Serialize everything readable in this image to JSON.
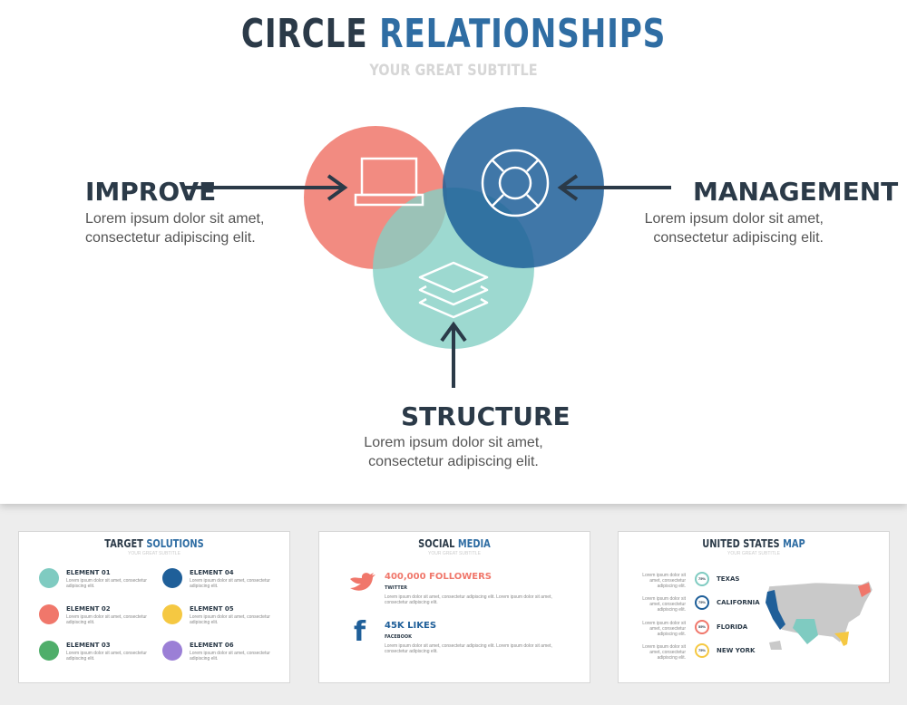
{
  "main": {
    "title_part1": "CIRCLE",
    "title_part2": "RELATIONSHIPS",
    "subtitle": "YOUR GREAT SUBTITLE",
    "items": [
      {
        "label": "IMPROVE",
        "line1": "Lorem ipsum dolor sit amet,",
        "line2": "consectetur adipiscing elit."
      },
      {
        "label": "MANAGEMENT",
        "line1": "Lorem ipsum dolor sit amet,",
        "line2": "consectetur adipiscing elit."
      },
      {
        "label": "STRUCTURE",
        "line1": "Lorem ipsum dolor sit amet,",
        "line2": "consectetur adipiscing elit."
      }
    ],
    "colors": {
      "coral": "#f0776b",
      "blue": "#1f5f99",
      "teal": "#84cfc4",
      "dark": "#2b3a48"
    },
    "icons": [
      "laptop-icon",
      "lifebuoy-icon",
      "layers-icon"
    ]
  },
  "thumb1": {
    "title_part1": "TARGET",
    "title_part2": "SOLUTIONS",
    "subtitle": "YOUR GREAT SUBTITLE",
    "elements": [
      {
        "name": "ELEMENT 01",
        "text": "Lorem ipsum dolor sit amet, consectetur adipiscing elit.",
        "color": "#7fcbc1"
      },
      {
        "name": "ELEMENT 02",
        "text": "Lorem ipsum dolor sit amet, consectetur adipiscing elit.",
        "color": "#f0776b"
      },
      {
        "name": "ELEMENT 03",
        "text": "Lorem ipsum dolor sit amet, consectetur adipiscing elit.",
        "color": "#4fae6a"
      },
      {
        "name": "ELEMENT 04",
        "text": "Lorem ipsum dolor sit amet, consectetur adipiscing elit.",
        "color": "#1f5f99"
      },
      {
        "name": "ELEMENT 05",
        "text": "Lorem ipsum dolor sit amet, consectetur adipiscing elit.",
        "color": "#f5c842"
      },
      {
        "name": "ELEMENT 06",
        "text": "Lorem ipsum dolor sit amet, consectetur adipiscing elit.",
        "color": "#9b7fd6"
      }
    ]
  },
  "thumb2": {
    "title_part1": "SOCIAL",
    "title_part2": "MEDIA",
    "subtitle": "YOUR GREAT SUBTITLE",
    "twitter": {
      "count": "400,000 FOLLOWERS",
      "name": "TWITTER",
      "text": "Lorem ipsum dolor sit amet, consectetur adipiscing elit. Lorem ipsum dolor sit amet, consectetur adipiscing elit."
    },
    "facebook": {
      "count": "45K LIKES",
      "name": "FACEBOOK",
      "text": "Lorem ipsum dolor sit amet, consectetur adipiscing elit. Lorem ipsum dolor sit amet, consectetur adipiscing elit."
    }
  },
  "thumb3": {
    "title_part1": "UNITED STATES",
    "title_part2": "MAP",
    "subtitle": "YOUR GREAT SUBTITLE",
    "states": [
      {
        "name": "TEXAS",
        "pct": "75%",
        "text": "Lorem ipsum dolor sit amet, consectetur adipiscing elit.",
        "color": "#7fcbc1"
      },
      {
        "name": "CALIFORNIA",
        "pct": "75%",
        "text": "Lorem ipsum dolor sit amet, consectetur adipiscing elit.",
        "color": "#1f5f99"
      },
      {
        "name": "FLORIDA",
        "pct": "55%",
        "text": "Lorem ipsum dolor sit amet, consectetur adipiscing elit.",
        "color": "#f0776b"
      },
      {
        "name": "NEW YORK",
        "pct": "75%",
        "text": "Lorem ipsum dolor sit amet, consectetur adipiscing elit.",
        "color": "#f5c842"
      }
    ]
  }
}
